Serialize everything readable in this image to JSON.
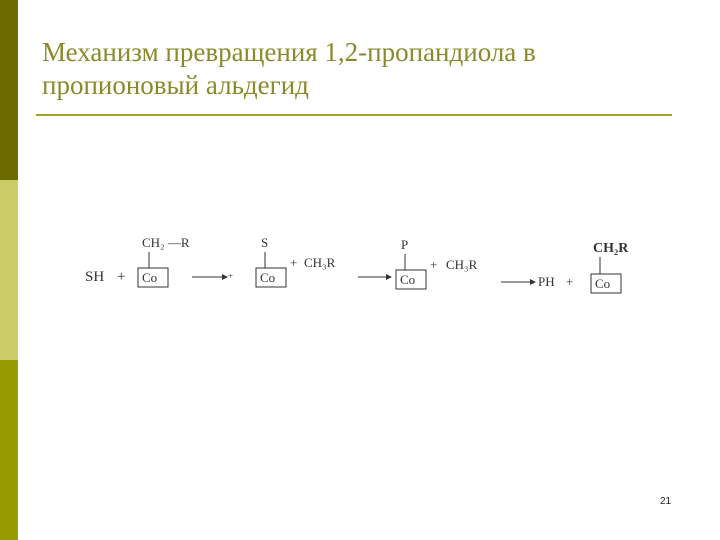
{
  "slide": {
    "title": "Механизм превращения 1,2-пропандиола в пропионовый альдегид",
    "page_number": "21"
  },
  "colors": {
    "sidebar_dark": "#6b6b00",
    "sidebar_light": "#cccc66",
    "sidebar_olive": "#999900",
    "title_text": "#8a8a2a",
    "title_rule": "#a3a326"
  },
  "scheme": {
    "sh": "SH",
    "plus1": "+",
    "ch2r_top": "CH₂ —R",
    "co": "Co",
    "plus_small": "+",
    "s_top": "S",
    "plus2": "+",
    "ch3r_1": "CH₃R",
    "p_top": "P",
    "plus3": "+",
    "ch3r_2": "CH₃R",
    "ph": "PH",
    "plus4": "+",
    "ch2r_final": "CH₂R"
  }
}
